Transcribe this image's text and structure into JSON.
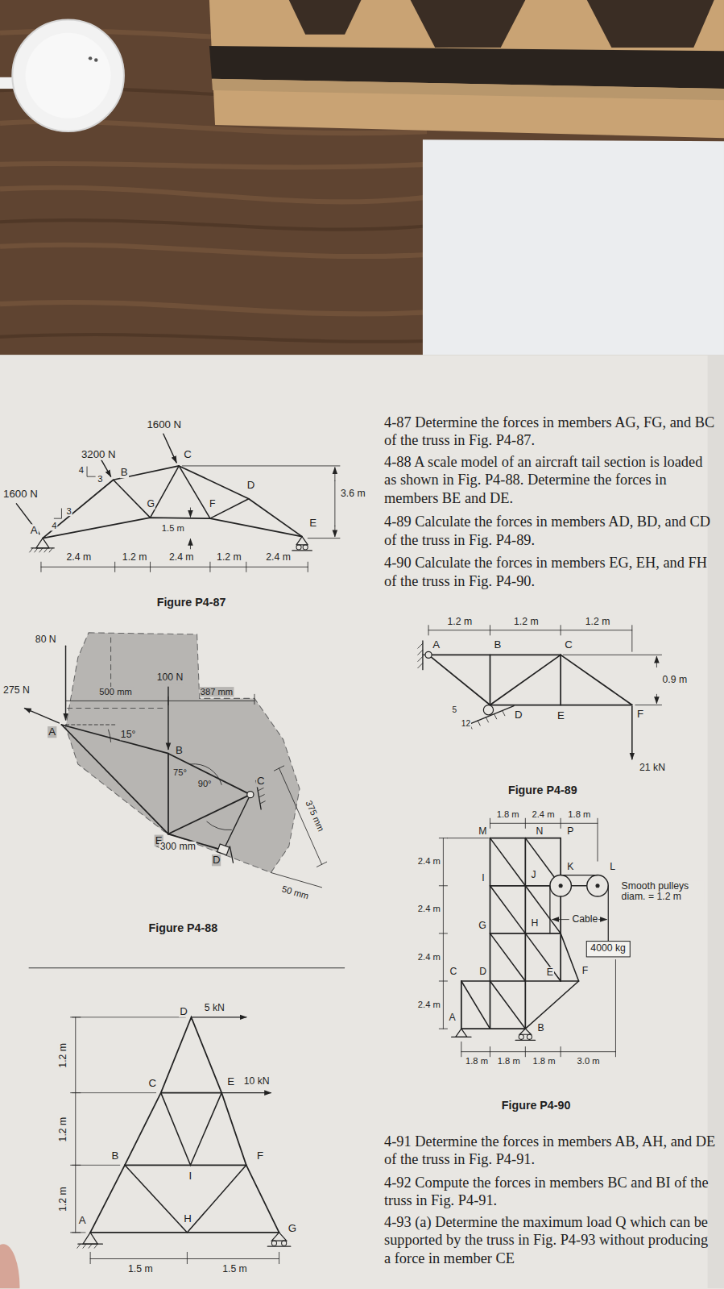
{
  "diagram": {
    "nodes": [
      {
        "text": [
          "4000 kg"
        ]
      }
    ],
    "labels": [
      "1600 N",
      "3200 N",
      "4",
      "3",
      "B",
      "C",
      "1600 N",
      "3",
      "4",
      "A",
      "D",
      "G",
      "F",
      "1.5 m",
      "E",
      "3.6 m",
      "2.4 m",
      "1.2 m",
      "2.4 m",
      "1.2 m",
      "2.4 m",
      "Figure P4-87",
      "4-87 Determine the forces in members AG, FG, and BC of the truss in Fig. P4-87.",
      "4-88 A scale model of an aircraft tail section is loaded as shown in Fig. P4-88. Determine the forces in members BE and DE.",
      "4-89 Calculate the forces in members AD, BD, and CD of the truss in Fig. P4-89.",
      "4-90 Calculate the forces in members EG, EH, and FH of the truss in Fig. P4-90.",
      "80 N",
      "275 N",
      "A",
      "100 N",
      "500 mm",
      "387 mm",
      "15°",
      "B",
      "75°",
      "90°",
      "C",
      "E",
      "300 mm",
      "D",
      "375 mm",
      "50 mm",
      "Figure P4-88",
      "1.2 m",
      "1.2 m",
      "1.2 m",
      "A",
      "B",
      "C",
      "0.9 m",
      "5",
      "12",
      "D",
      "E",
      "F",
      "21 kN",
      "Figure P4-89",
      "1.8 m",
      "2.4 m",
      "1.8 m",
      "M",
      "N",
      "P",
      "2.4 m",
      "I",
      "J",
      "K",
      "L",
      "Smooth pulleys diam. = 1.2 m",
      "2.4 m",
      "Cable",
      "G",
      "H",
      "2.4 m",
      "C",
      "D",
      "E",
      "F",
      "2.4 m",
      "A",
      "B",
      "1.8 m",
      "1.8 m",
      "1.8 m",
      "3.0 m",
      "Figure P4-90",
      "D",
      "5 kN",
      "1.2 m",
      "C",
      "E",
      "10 kN",
      "1.2 m",
      "B",
      "F",
      "I",
      "1.2 m",
      "A",
      "H",
      "G",
      "1.5 m",
      "1.5 m",
      "4-91 Determine the forces in members AB, AH, and DE of the truss in Fig. P4-91.",
      "4-92 Compute the forces in members BC and BI of the truss in Fig. P4-91.",
      "4-93 (a) Determine the maximum load Q which can be supported by the truss in Fig. P4-93 without producing a force in member CE"
    ]
  }
}
